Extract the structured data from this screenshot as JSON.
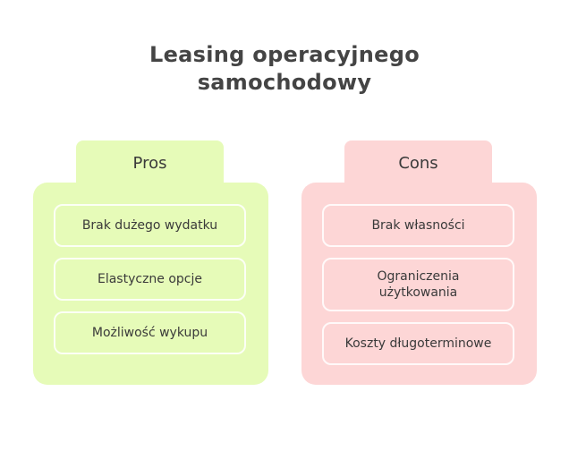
{
  "title": {
    "line1": "Leasing operacyjnego",
    "line2": "samochodowy"
  },
  "colors": {
    "pros_bg": "#e6fbb8",
    "cons_bg": "#fdd6d6",
    "text": "#3a3a3a"
  },
  "pros": {
    "label": "Pros",
    "items": [
      "Brak dużego wydatku",
      "Elastyczne opcje",
      "Możliwość wykupu"
    ]
  },
  "cons": {
    "label": "Cons",
    "items": [
      "Brak własności",
      "Ograniczenia użytkowania",
      "Koszty długoterminowe"
    ]
  }
}
